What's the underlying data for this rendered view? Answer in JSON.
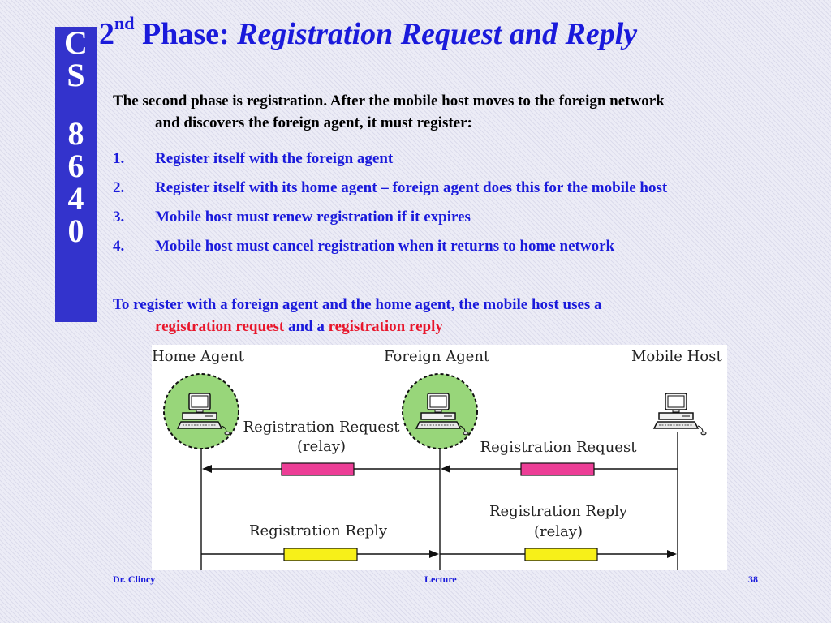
{
  "sidebar": {
    "chars": [
      "C",
      "S",
      "8",
      "6",
      "4",
      "0"
    ]
  },
  "title": {
    "prefix": "2",
    "sup": "nd",
    "phase": "Phase:",
    "subtitle": "Registration Request and Reply"
  },
  "intro": {
    "line1": "The second phase is registration.  After the mobile host moves to the foreign network",
    "line2": "and discovers the foreign agent, it must register:"
  },
  "steps": [
    {
      "num": "1.",
      "text": "Register itself with the foreign agent"
    },
    {
      "num": "2.",
      "text": "Register itself with its home agent – foreign agent does this for the mobile host"
    },
    {
      "num": "3.",
      "text": "Mobile host must renew registration if it expires"
    },
    {
      "num": "4.",
      "text": "Mobile host must cancel registration when it returns to home network"
    }
  ],
  "paragraph": {
    "line1": "To register with a foreign agent and the home agent, the mobile host uses a",
    "term1": "registration request",
    "connector": " and a ",
    "term2": "registration reply"
  },
  "diagram": {
    "home_agent": "Home Agent",
    "foreign_agent": "Foreign Agent",
    "mobile_host": "Mobile Host",
    "req_relay_line1": "Registration Request",
    "req_relay_line2": "(relay)",
    "req": "Registration Request",
    "reply_relay_line1": "Registration Reply",
    "reply_relay_line2": "(relay)",
    "reply": "Registration Reply",
    "colors": {
      "request_packet": "#ec3e96",
      "reply_packet": "#f7f019",
      "agent_circle": "#98d67a"
    }
  },
  "footer": {
    "author": "Dr. Clincy",
    "center": "Lecture",
    "page": "38"
  }
}
